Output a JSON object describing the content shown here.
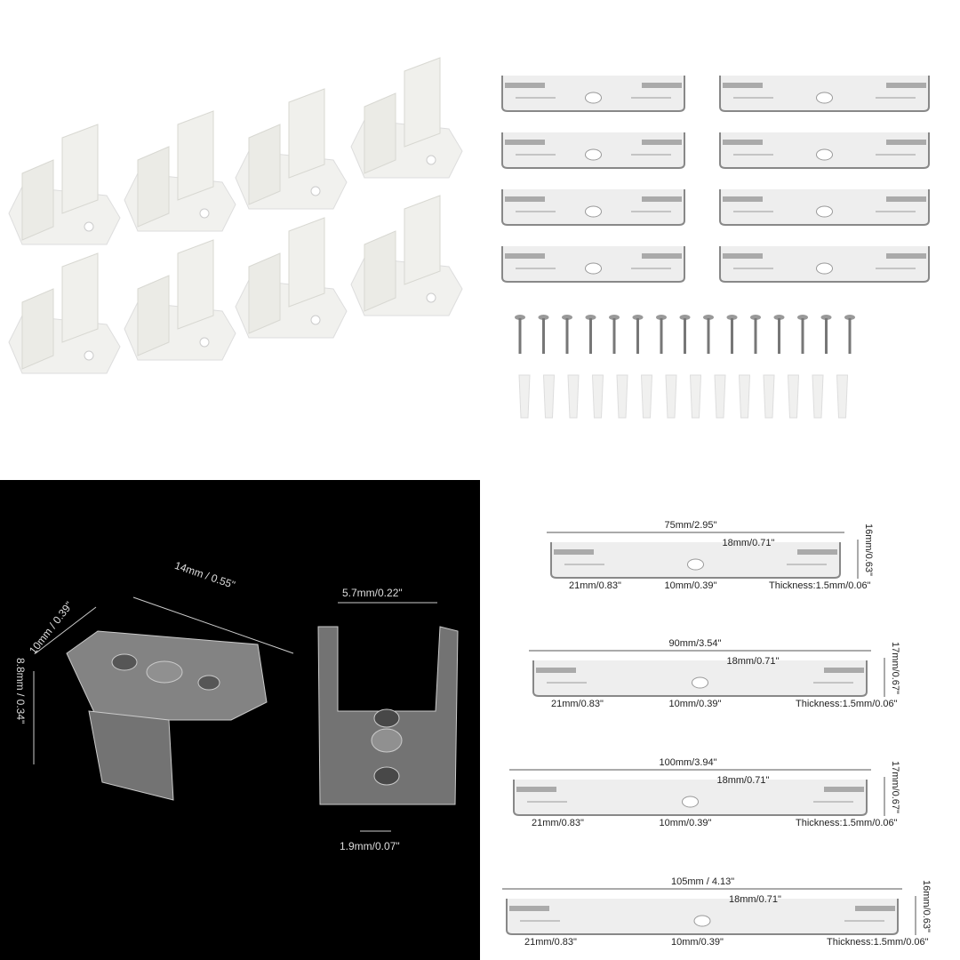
{
  "panels": {
    "clips_overview": {
      "clip_count": 8
    },
    "kit_overview": {
      "bracket_count": 8,
      "screw_count": 15,
      "anchor_count": 14
    },
    "clip_dimensions": {
      "length": "14mm /  0.55\"",
      "width": "10mm / 0.39\"",
      "height": "8.8mm / 0.34\"",
      "slot_width": "5.7mm/0.22\"",
      "hole_gap": "1.9mm/0.07\""
    },
    "bracket_dimensions": [
      {
        "length": "75mm/2.95\"",
        "height": "16mm/0.63\"",
        "depth": "18mm/0.71\"",
        "slot": "21mm/0.83\"",
        "hole": "10mm/0.39\"",
        "thickness": "Thickness:1.5mm/0.06\""
      },
      {
        "length": "90mm/3.54\"",
        "height": "17mm/0.67\"",
        "depth": "18mm/0.71\"",
        "slot": "21mm/0.83\"",
        "hole": "10mm/0.39\"",
        "thickness": "Thickness:1.5mm/0.06\""
      },
      {
        "length": "100mm/3.94\"",
        "height": "17mm/0.67\"",
        "depth": "18mm/0.71\"",
        "slot": "21mm/0.83\"",
        "hole": "10mm/0.39\"",
        "thickness": "Thickness:1.5mm/0.06\""
      },
      {
        "length": "105mm / 4.13\"",
        "height": "16mm/0.63\"",
        "depth": "18mm/0.71\"",
        "slot": "21mm/0.83\"",
        "hole": "10mm/0.39\"",
        "thickness": "Thickness:1.5mm/0.06\""
      }
    ]
  }
}
